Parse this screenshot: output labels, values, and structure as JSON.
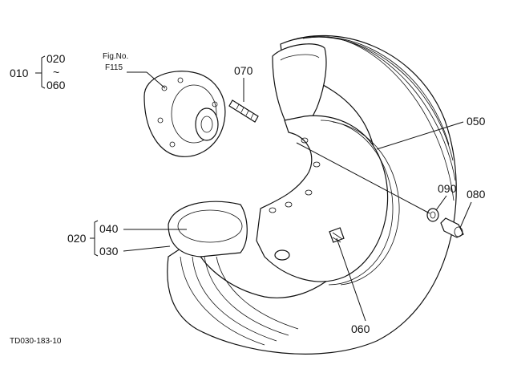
{
  "fig_ref": {
    "line1": "Fig.No.",
    "line2": "F115"
  },
  "callouts": {
    "c010": "010",
    "c020_top": "020",
    "c060_top": "060",
    "tilde": "~",
    "c070": "070",
    "c050": "050",
    "c090": "090",
    "c080": "080",
    "c020": "020",
    "c040": "040",
    "c030": "030",
    "c060": "060"
  },
  "drawing_code": "TD030-183-10"
}
